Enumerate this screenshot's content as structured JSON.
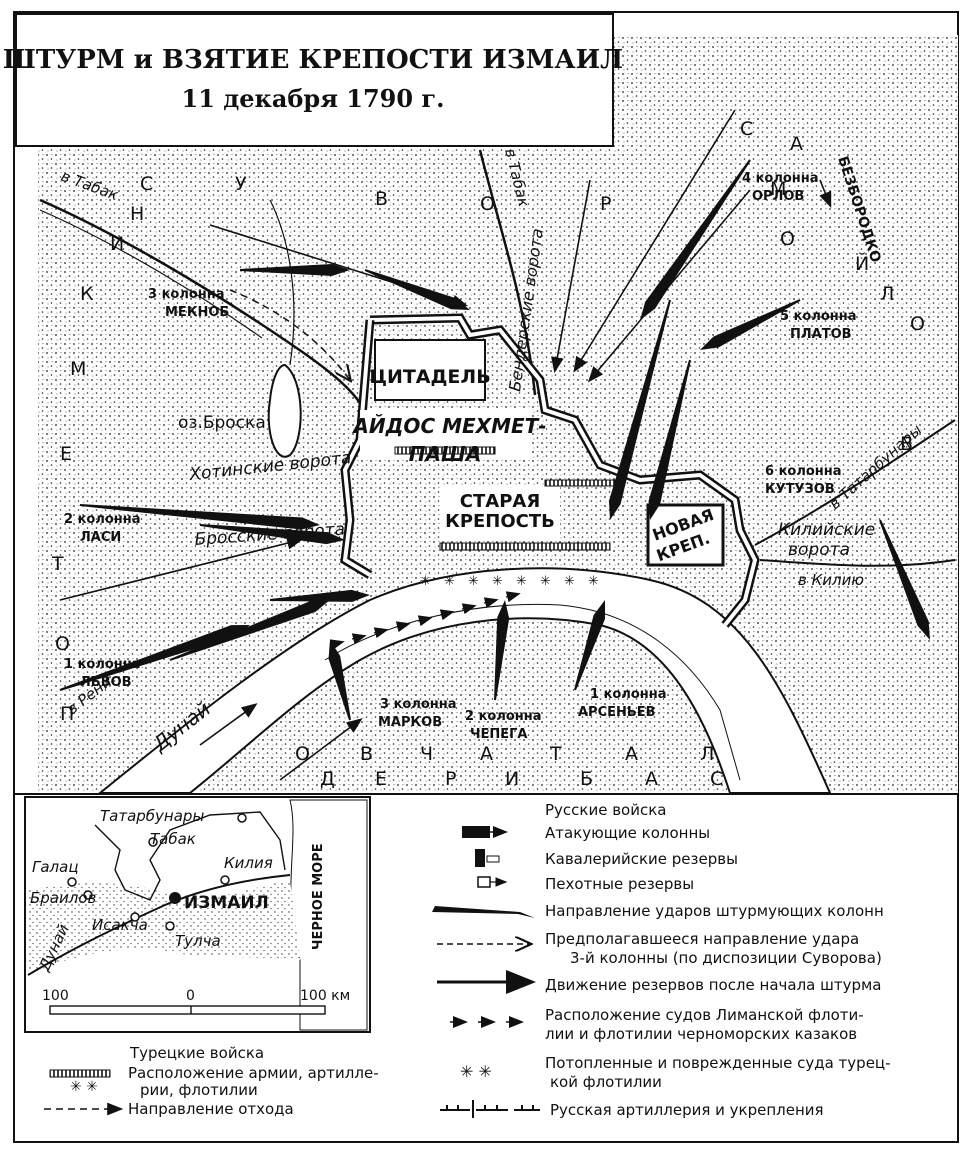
{
  "title": {
    "main": "ШТУРМ и ВЗЯТИЕ КРЕПОСТИ ИЗМАИЛ",
    "date": "11 декабря 1790 г."
  },
  "map": {
    "fortress_labels": {
      "citadel": "ЦИТАДЕЛЬ",
      "aidos_1": "АЙДОС МЕХМЕТ-",
      "aidos_2": "ПАША",
      "old_1": "СТАРАЯ",
      "old_2": "КРЕПОСТЬ",
      "new_1": "НОВАЯ",
      "new_2": "КРЕП."
    },
    "gates": {
      "khotin": "Хотинские ворота",
      "bross": "Бросские ворота",
      "bender": "Бендерские ворота",
      "kiliya_1": "Килийские",
      "kiliya_2": "ворота"
    },
    "lake": "оз.Броска",
    "river": "Дунай",
    "roads": {
      "tabak_w": "в Табак",
      "tabak_n": "в Табак",
      "tatarbunary": "в Татарбунары",
      "kiliya": "в Килию",
      "reni": "в Рени"
    },
    "columns": {
      "c1": [
        "1 колонна",
        "ЛЬВОВ"
      ],
      "c2": [
        "2 колонна",
        "ЛАСИ"
      ],
      "c3": [
        "3 колонна",
        "МЕКНОБ"
      ],
      "c4": [
        "4 колонна",
        "ОРЛОВ"
      ],
      "c5": [
        "5 колонна",
        "ПЛАТОВ"
      ],
      "c6": [
        "6 колонна",
        "КУТУЗОВ"
      ],
      "r1": [
        "1 колонна",
        "АРСЕНЬЕВ"
      ],
      "r2": [
        "2 колонна",
        "ЧЕПЕГА"
      ],
      "r3": [
        "3 колонна",
        "МАРКОВ"
      ]
    },
    "commanders": {
      "bezborodko": "БЕЗБОРОДКО"
    },
    "spaced_letters": {
      "samoylov_1": [
        "С",
        "У",
        "В",
        "О",
        "Р"
      ],
      "samoylov_2": [
        "С",
        "А",
        "М",
        "О",
        "Й",
        "Л",
        "О",
        "В"
      ],
      "potemkin": [
        "П",
        "О",
        "Т",
        "Е",
        "М",
        "К",
        "И",
        "Н"
      ],
      "bottom_1": [
        "О",
        "В",
        "Ч",
        "А",
        "Т",
        "А",
        "Л"
      ],
      "bottom_2": [
        "Д",
        "Е",
        "Р",
        "И",
        "Б",
        "А",
        "С"
      ]
    }
  },
  "inset": {
    "places": {
      "tatarbunary": "Татарбунары",
      "tabak": "Табак",
      "galats": "Галац",
      "kiliya": "Килия",
      "brailov": "Браилов",
      "izmail": "ИЗМАИЛ",
      "isakcha": "Исакча",
      "tulcha": "Тулча",
      "dunay": "Дунай",
      "black_sea": "ЧЕРНОЕ МОРЕ"
    },
    "scale": {
      "left": "100",
      "mid": "0",
      "right": "100 км"
    }
  },
  "legend": {
    "russian_header": "Русские войска",
    "items": [
      {
        "symbol": "attack-column-icon",
        "label": "Атакующие колонны"
      },
      {
        "symbol": "cavalry-reserve-icon",
        "label": "Кавалерийские резервы"
      },
      {
        "symbol": "infantry-reserve-icon",
        "label": "Пехотные резервы"
      },
      {
        "symbol": "assault-direction-icon",
        "label": "Направление ударов штурмующих колонн"
      },
      {
        "symbol": "planned-direction-icon",
        "label": "Предполагавшееся направление удара 3-й колонны (по диспозиции Суворова)"
      },
      {
        "symbol": "reserve-movement-icon",
        "label": "Движение резервов после начала штурма"
      },
      {
        "symbol": "flotilla-icon",
        "label": "Расположение судов Лиманской флотилии и флотилии черноморских казаков"
      },
      {
        "symbol": "sunk-ships-icon",
        "label": "Потопленные и поврежденные суда турецкой флотилии"
      },
      {
        "symbol": "artillery-icon",
        "label": "Русская артиллерия и укрепления"
      }
    ],
    "turkish_header": "Турецкие войска",
    "turkish_items": [
      {
        "symbol": "turkish-army-icon",
        "label": "Расположение армии, артиллерии, флотилии"
      },
      {
        "symbol": "retreat-icon",
        "label": "Направление отхода"
      }
    ]
  },
  "colors": {
    "ink": "#111111",
    "paper": "#ffffff"
  }
}
